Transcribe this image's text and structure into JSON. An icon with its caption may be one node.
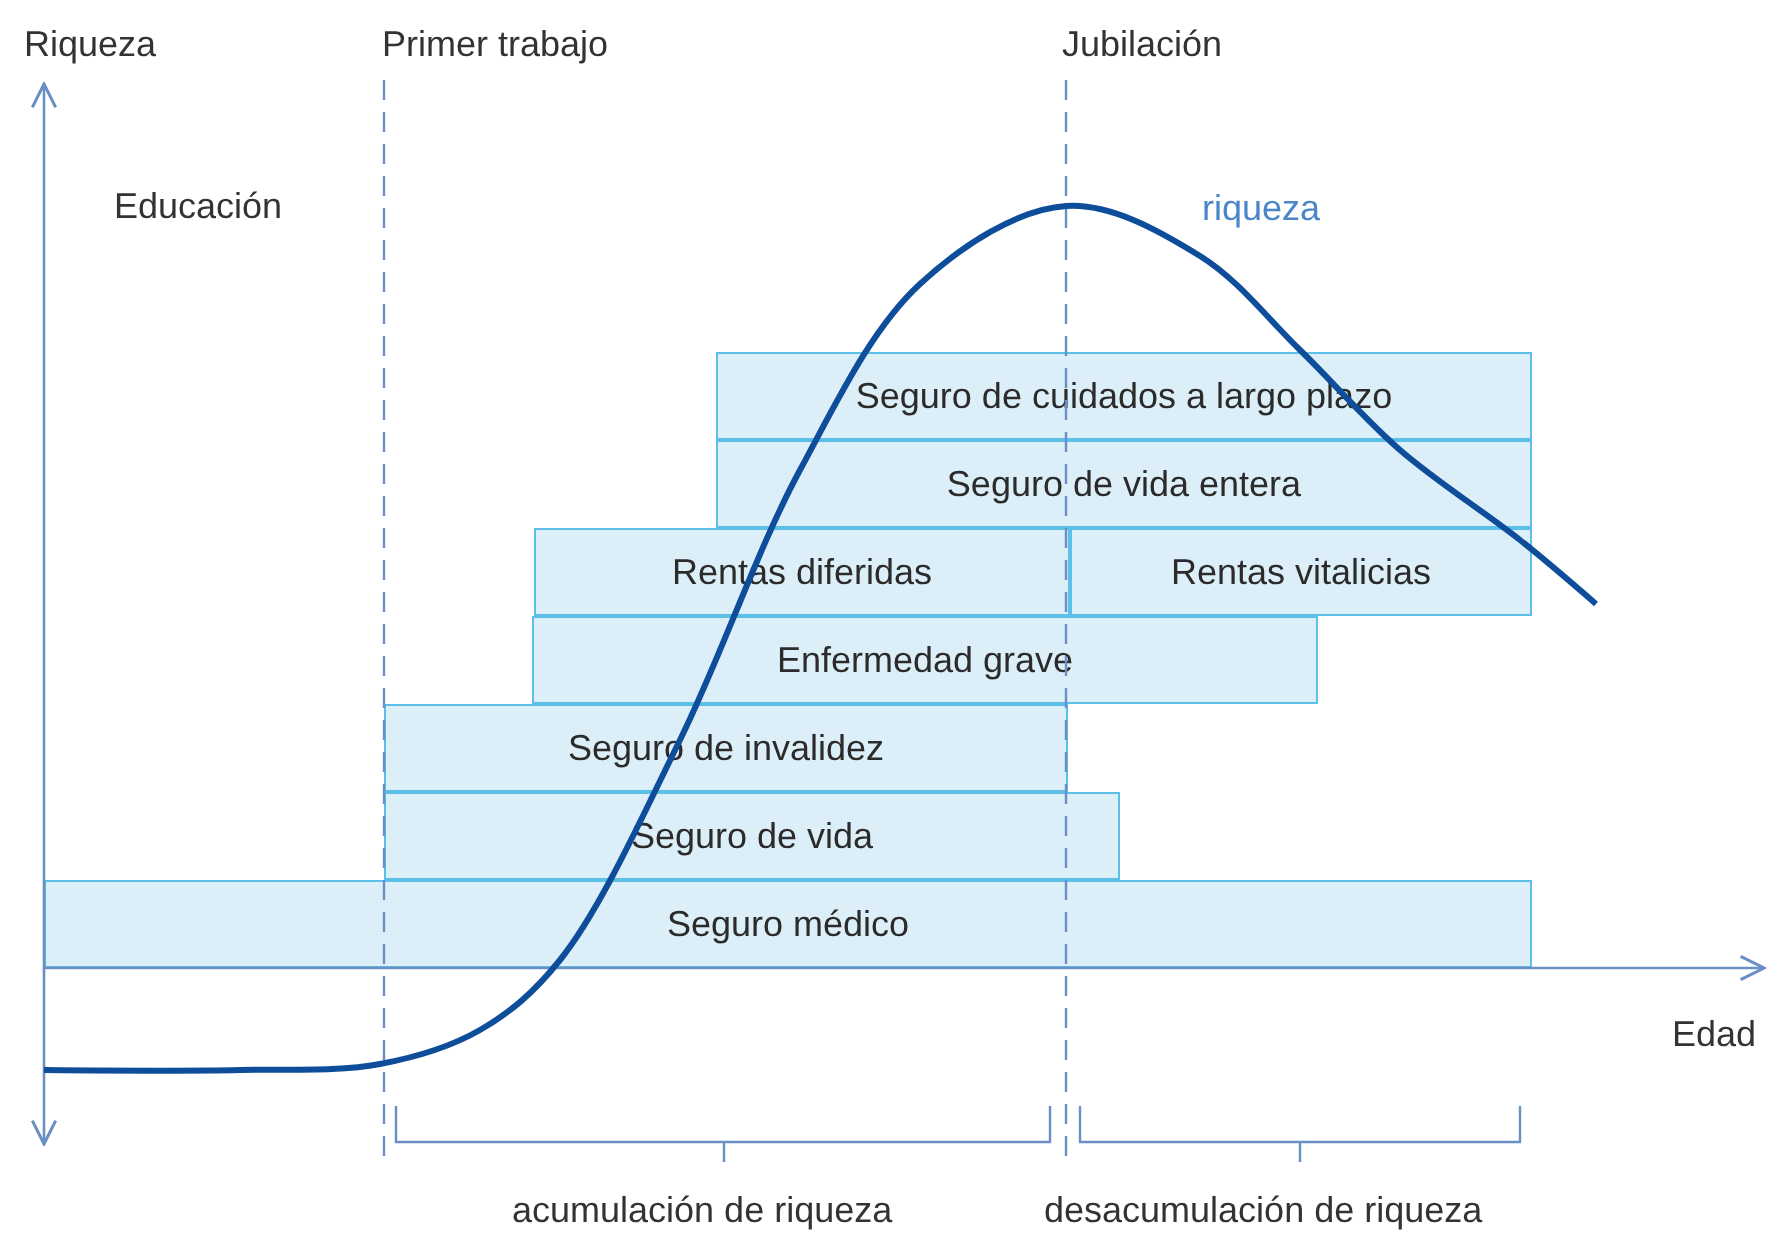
{
  "diagram": {
    "nodes": [
      {
        "text": [
          "Seguro de cuidados a largo plazo"
        ]
      },
      {
        "text": [
          "Seguro de vida entera"
        ]
      },
      {
        "text": [
          "Rentas diferidas"
        ]
      },
      {
        "text": [
          "Rentas vitalicias"
        ]
      },
      {
        "text": [
          "Enfermedad grave"
        ]
      },
      {
        "text": [
          "Seguro de invalidez"
        ]
      },
      {
        "text": [
          "Seguro de vida"
        ]
      },
      {
        "text": [
          "Seguro médico"
        ]
      }
    ],
    "labels": [
      "Riqueza",
      "Primer trabajo",
      "Jubilación",
      "Educación",
      "riqueza",
      "Edad",
      "acumulación de riqueza",
      "desacumulación de riqueza"
    ]
  }
}
